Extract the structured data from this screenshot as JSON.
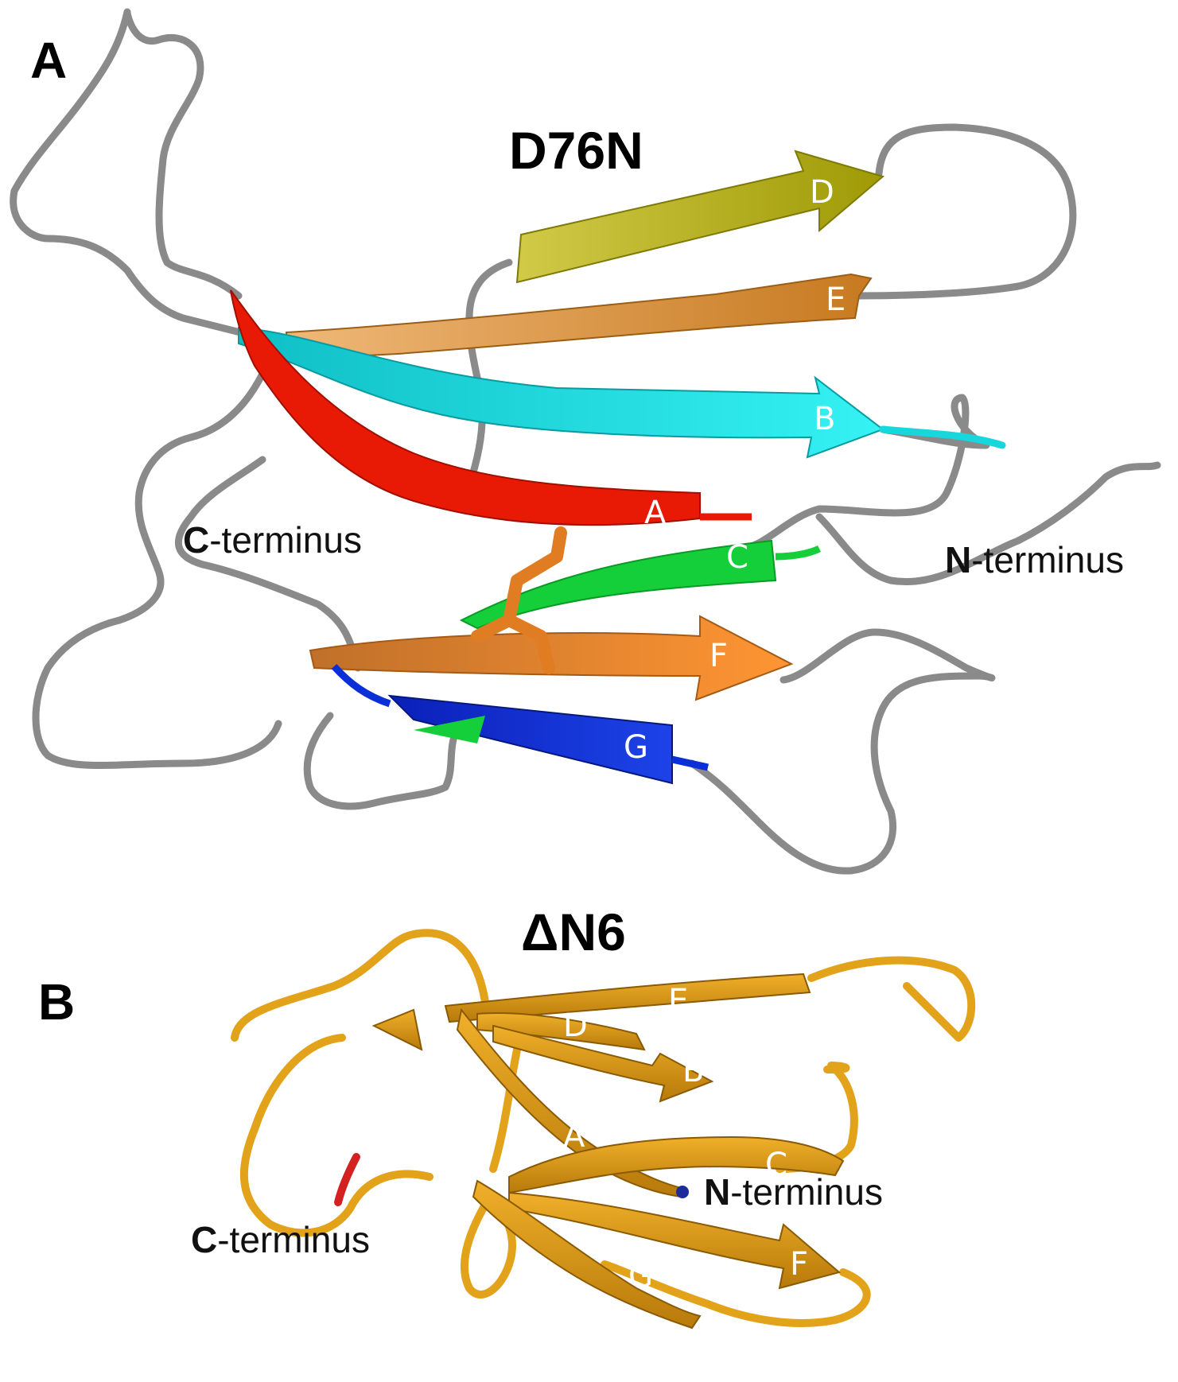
{
  "panel_a": {
    "letter": "A",
    "title": "D76N",
    "strands": [
      {
        "label": "A",
        "color": "#e81a05"
      },
      {
        "label": "B",
        "color": "#16d8dc"
      },
      {
        "label": "C",
        "color": "#15cf3a"
      },
      {
        "label": "D",
        "color": "#aeaa10"
      },
      {
        "label": "E",
        "color": "#d7862d"
      },
      {
        "label": "F",
        "color": "#f28a2a"
      },
      {
        "label": "G",
        "color": "#0a2fd6"
      }
    ],
    "c_terminus": {
      "bold": "C",
      "rest": "-terminus"
    },
    "n_terminus": {
      "bold": "N",
      "rest": "-terminus"
    },
    "loop_color": "#8a8a8a"
  },
  "panel_b": {
    "letter": "B",
    "title": "ΔN6",
    "strands": [
      {
        "label": "A"
      },
      {
        "label": "B"
      },
      {
        "label": "C"
      },
      {
        "label": "D"
      },
      {
        "label": "E"
      },
      {
        "label": "F"
      },
      {
        "label": "G"
      }
    ],
    "c_terminus": {
      "bold": "C",
      "rest": "-terminus"
    },
    "n_terminus": {
      "bold": "N",
      "rest": "-terminus"
    },
    "ribbon_color": "#e2a21a",
    "c_end_color": "#d42020",
    "n_end_color": "#1e2b9a"
  }
}
